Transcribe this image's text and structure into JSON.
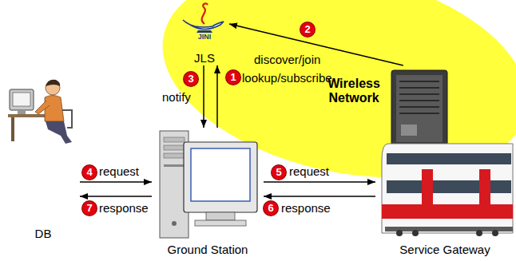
{
  "diagram": {
    "nodes": [
      {
        "text": [
          "JLS"
        ]
      },
      {
        "text": [
          "DB"
        ]
      },
      {
        "text": [
          "Ground Station"
        ]
      },
      {
        "text": [
          "Service Gateway"
        ]
      }
    ],
    "edges": [
      {
        "from": 2,
        "to": 0,
        "arrow": "to",
        "label": "lookup/subscribe"
      },
      {
        "from": 3,
        "to": 0,
        "arrow": "to",
        "label": "discover/join"
      },
      {
        "from": 0,
        "to": 2,
        "arrow": "to",
        "label": "notify"
      },
      {
        "from": 1,
        "to": 2,
        "arrow": "to",
        "label": "request"
      },
      {
        "from": 2,
        "to": 3,
        "arrow": "to",
        "label": "request"
      },
      {
        "from": 3,
        "to": 2,
        "arrow": "to",
        "label": "response"
      },
      {
        "from": 2,
        "to": 1,
        "arrow": "to",
        "label": "response"
      }
    ],
    "labels": [
      "JINI",
      "Wireless Network",
      "1",
      "2",
      "3",
      "4",
      "5",
      "6",
      "7"
    ]
  }
}
